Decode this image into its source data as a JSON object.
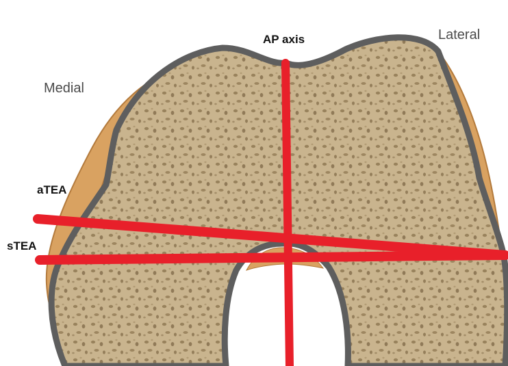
{
  "labels": {
    "medial": "Medial",
    "lateral": "Lateral",
    "ap_axis": "AP axis",
    "atea": "aTEA",
    "stea": "sTEA"
  },
  "colors": {
    "axis_line": "#e8202a",
    "bone_fill": "#c9b48e",
    "bone_outline": "#5e5e5e",
    "cartilage": "#d9a261",
    "background": "#ffffff"
  }
}
